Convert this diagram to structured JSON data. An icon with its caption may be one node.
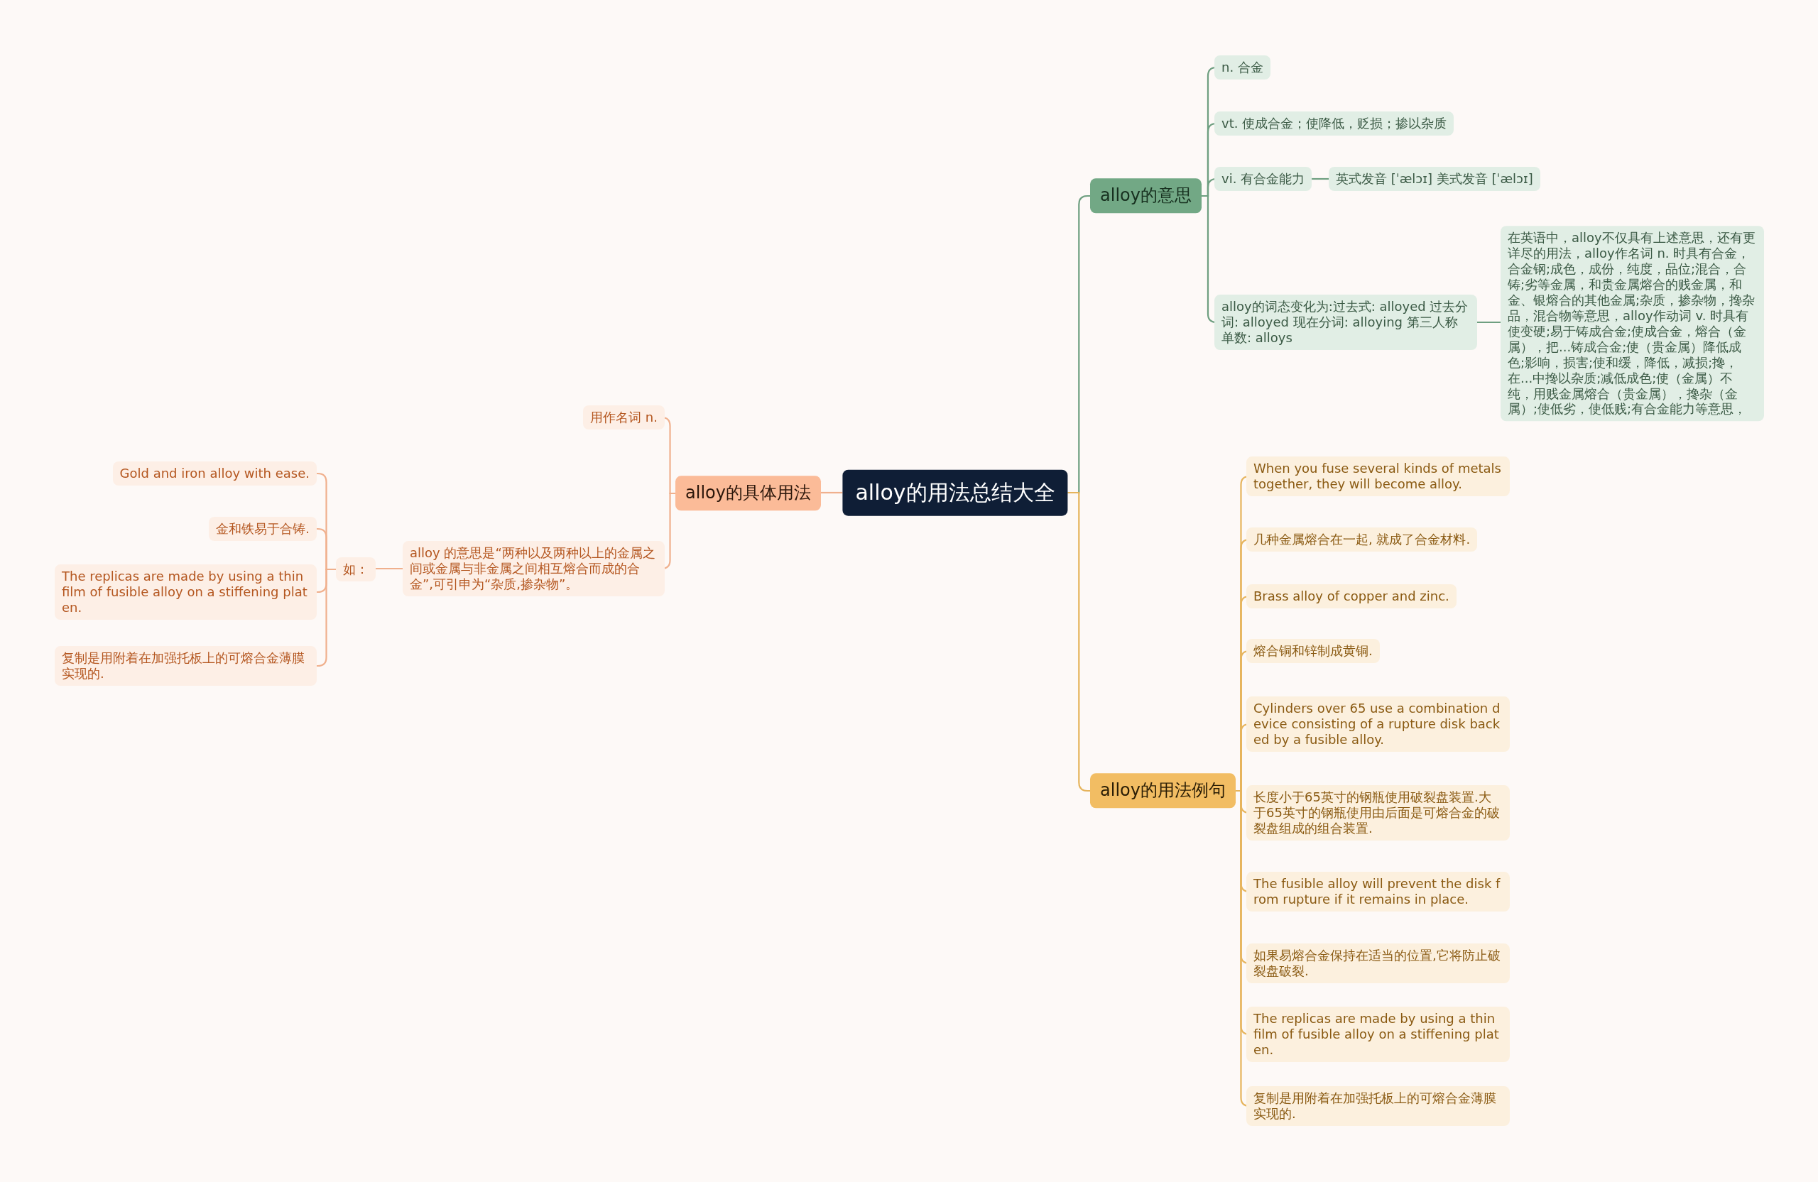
{
  "diagram": {
    "nodes": [
      {
        "text": [
          "alloy的用法总结大全"
        ]
      },
      {
        "text": [
          "alloy的意思"
        ]
      },
      {
        "text": [
          "n. 合金"
        ]
      },
      {
        "text": [
          "vt. 使成合金；使降低，贬损；掺以杂质"
        ]
      },
      {
        "text": [
          "vi. 有合金能力"
        ]
      },
      {
        "text": [
          "英式发音 [ˈælɔɪ] 美式发音 [ˈælɔɪ]"
        ]
      },
      {
        "text": [
          "alloy的词态变化为:过去式: alloyed 过去分词: alloyed 现在分词: alloying 第三人称单数: alloys"
        ]
      },
      {
        "text": [
          "在英语中，alloy不仅具有上述意思，还有更详尽的用法，alloy作名词 n. 时具有合金，合金钢;成色，成份，纯度，品位;混合，合铸;劣等金属，和贵金属熔合的贱金属，和金、银熔合的其他金属;杂质，掺杂物，搀杂品，混合物等意思，alloy作动词 v. 时具有使变硬;易于铸成合金;使成合金，熔合（金属），把...铸成合金;使（贵金属）降低成色;影响，损害;使和缓，降低，减损;搀，在...中搀以杂质;减低成色;使（金属）不纯，用贱金属熔合（贵金属），搀杂（金属）;使低劣，使低贱;有合金能力等意思，"
        ]
      },
      {
        "text": [
          "alloy的用法例句"
        ]
      },
      {
        "text": [
          "When you fuse several kinds of metals together, they will become alloy."
        ]
      },
      {
        "text": [
          "几种金属熔合在一起, 就成了合金材料."
        ]
      },
      {
        "text": [
          "Brass alloy of copper and zinc."
        ]
      },
      {
        "text": [
          "熔合铜和锌制成黄铜."
        ]
      },
      {
        "text": [
          "Cylinders over 65 use a combination device consisting of a rupture disk backed by a fusible alloy."
        ]
      },
      {
        "text": [
          "长度小于65英寸的钢瓶使用破裂盘装置.大于65英寸的钢瓶使用由后面是可熔合金的破裂盘组成的组合装置."
        ]
      },
      {
        "text": [
          "The fusible alloy will prevent the disk from rupture if it remains in place."
        ]
      },
      {
        "text": [
          "如果易熔合金保持在适当的位置,它将防止破裂盘破裂."
        ]
      },
      {
        "text": [
          "The replicas are made by using a thin film of fusible alloy on a stiffening platen."
        ]
      },
      {
        "text": [
          "复制是用附着在加强托板上的可熔合金薄膜实现的."
        ]
      },
      {
        "text": [
          "alloy的具体用法"
        ]
      },
      {
        "text": [
          "用作名词 n."
        ]
      },
      {
        "text": [
          "alloy 的意思是“两种以及两种以上的金属之间或金属与非金属之间相互熔合而成的合金”,可引申为“杂质,掺杂物”。"
        ]
      },
      {
        "text": [
          "如："
        ]
      },
      {
        "text": [
          "Gold and iron alloy with ease."
        ]
      },
      {
        "text": [
          "金和铁易于合铸."
        ]
      },
      {
        "text": [
          "The replicas are made by using a thin film of fusible alloy on a stiffening platen."
        ]
      },
      {
        "text": [
          "复制是用附着在加强托板上的可熔合金薄膜实现的."
        ]
      }
    ],
    "edges": [
      {
        "from": 0,
        "to": 1,
        "arrow": "none",
        "color": "#6e9f80"
      },
      {
        "from": 1,
        "to": 2,
        "arrow": "none",
        "color": "#6e9f80"
      },
      {
        "from": 1,
        "to": 3,
        "arrow": "none",
        "color": "#6e9f80"
      },
      {
        "from": 1,
        "to": 4,
        "arrow": "none",
        "color": "#6e9f80"
      },
      {
        "from": 4,
        "to": 5,
        "arrow": "none",
        "color": "#6e9f80"
      },
      {
        "from": 1,
        "to": 6,
        "arrow": "none",
        "color": "#6e9f80"
      },
      {
        "from": 6,
        "to": 7,
        "arrow": "none",
        "color": "#6e9f80"
      },
      {
        "from": 0,
        "to": 8,
        "arrow": "none",
        "color": "#e6b45c"
      },
      {
        "from": 8,
        "to": 9,
        "arrow": "none",
        "color": "#e6b45c"
      },
      {
        "from": 8,
        "to": 10,
        "arrow": "none",
        "color": "#e6b45c"
      },
      {
        "from": 8,
        "to": 11,
        "arrow": "none",
        "color": "#e6b45c"
      },
      {
        "from": 8,
        "to": 12,
        "arrow": "none",
        "color": "#e6b45c"
      },
      {
        "from": 8,
        "to": 13,
        "arrow": "none",
        "color": "#e6b45c"
      },
      {
        "from": 8,
        "to": 14,
        "arrow": "none",
        "color": "#e6b45c"
      },
      {
        "from": 8,
        "to": 15,
        "arrow": "none",
        "color": "#e6b45c"
      },
      {
        "from": 8,
        "to": 16,
        "arrow": "none",
        "color": "#e6b45c"
      },
      {
        "from": 8,
        "to": 17,
        "arrow": "none",
        "color": "#e6b45c"
      },
      {
        "from": 8,
        "to": 18,
        "arrow": "none",
        "color": "#e6b45c"
      },
      {
        "from": 0,
        "to": 19,
        "arrow": "none",
        "color": "#f0b08d"
      },
      {
        "from": 19,
        "to": 20,
        "arrow": "none",
        "color": "#f0b08d"
      },
      {
        "from": 19,
        "to": 21,
        "arrow": "none",
        "color": "#f0b08d"
      },
      {
        "from": 21,
        "to": 22,
        "arrow": "none",
        "color": "#f0b08d"
      },
      {
        "from": 22,
        "to": 23,
        "arrow": "none",
        "color": "#f0b08d"
      },
      {
        "from": 22,
        "to": 24,
        "arrow": "none",
        "color": "#f0b08d"
      },
      {
        "from": 22,
        "to": 25,
        "arrow": "none",
        "color": "#f0b08d"
      },
      {
        "from": 22,
        "to": 26,
        "arrow": "none",
        "color": "#f0b08d"
      }
    ]
  }
}
